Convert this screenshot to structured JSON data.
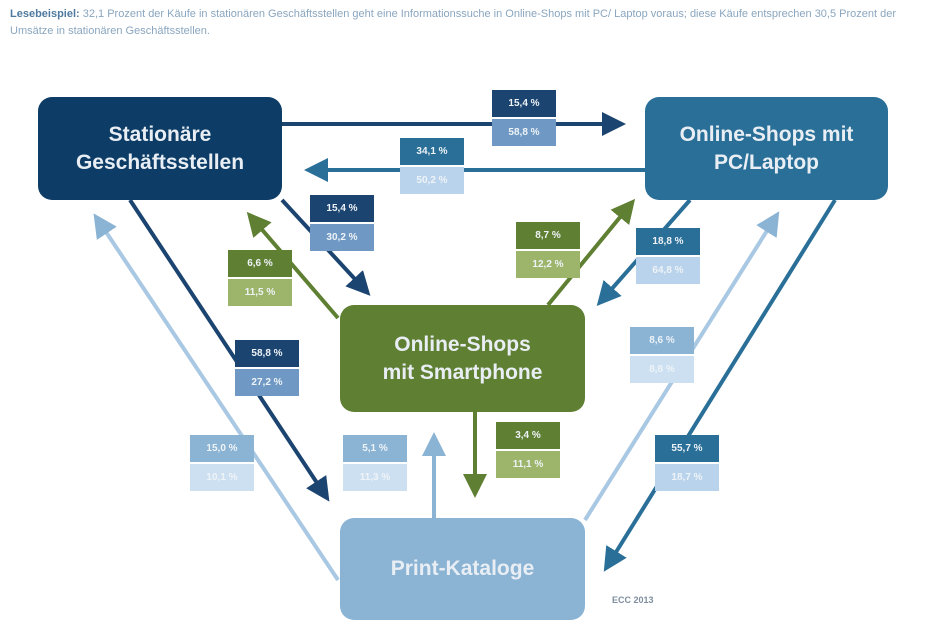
{
  "caption": {
    "lead": "Lesebeispiel:",
    "text": " 32,1 Prozent der Käufe in stationären Geschäftsstellen geht eine Informationssuche in Online-Shops mit PC/ Laptop voraus; diese Käufe entsprechen 30,5 Prozent der Umsätze in stationären Geschäftsstellen."
  },
  "nodes": {
    "stationary": "Stationäre Geschäftsstellen",
    "pc": "Online-Shops mit PC/Laptop",
    "smartphone": "Online-Shops mit Smartphone",
    "print": "Print-Kataloge"
  },
  "labels": [
    {
      "top": "15,4 %",
      "bottom": "58,8 %"
    },
    {
      "top": "34,1 %",
      "bottom": "50,2 %"
    },
    {
      "top": "15,4 %",
      "bottom": "30,2 %"
    },
    {
      "top": "6,6 %",
      "bottom": "11,5 %"
    },
    {
      "top": "8,7 %",
      "bottom": "12,2 %"
    },
    {
      "top": "18,8 %",
      "bottom": "64,8 %"
    },
    {
      "top": "58,8 %",
      "bottom": "27,2 %"
    },
    {
      "top": "8,6 %",
      "bottom": "8,8 %"
    },
    {
      "top": "15,0 %",
      "bottom": "10,1 %"
    },
    {
      "top": "5,1 %",
      "bottom": "11,3 %"
    },
    {
      "top": "3,4 %",
      "bottom": "11,1 %"
    },
    {
      "top": "55,7 %",
      "bottom": "18,7 %"
    }
  ],
  "source": "ECC 2013",
  "colors": {
    "dark": "#0d3d66",
    "blue": "#2a6f98",
    "green": "#5f7f33",
    "light": "#8ab3d4"
  }
}
